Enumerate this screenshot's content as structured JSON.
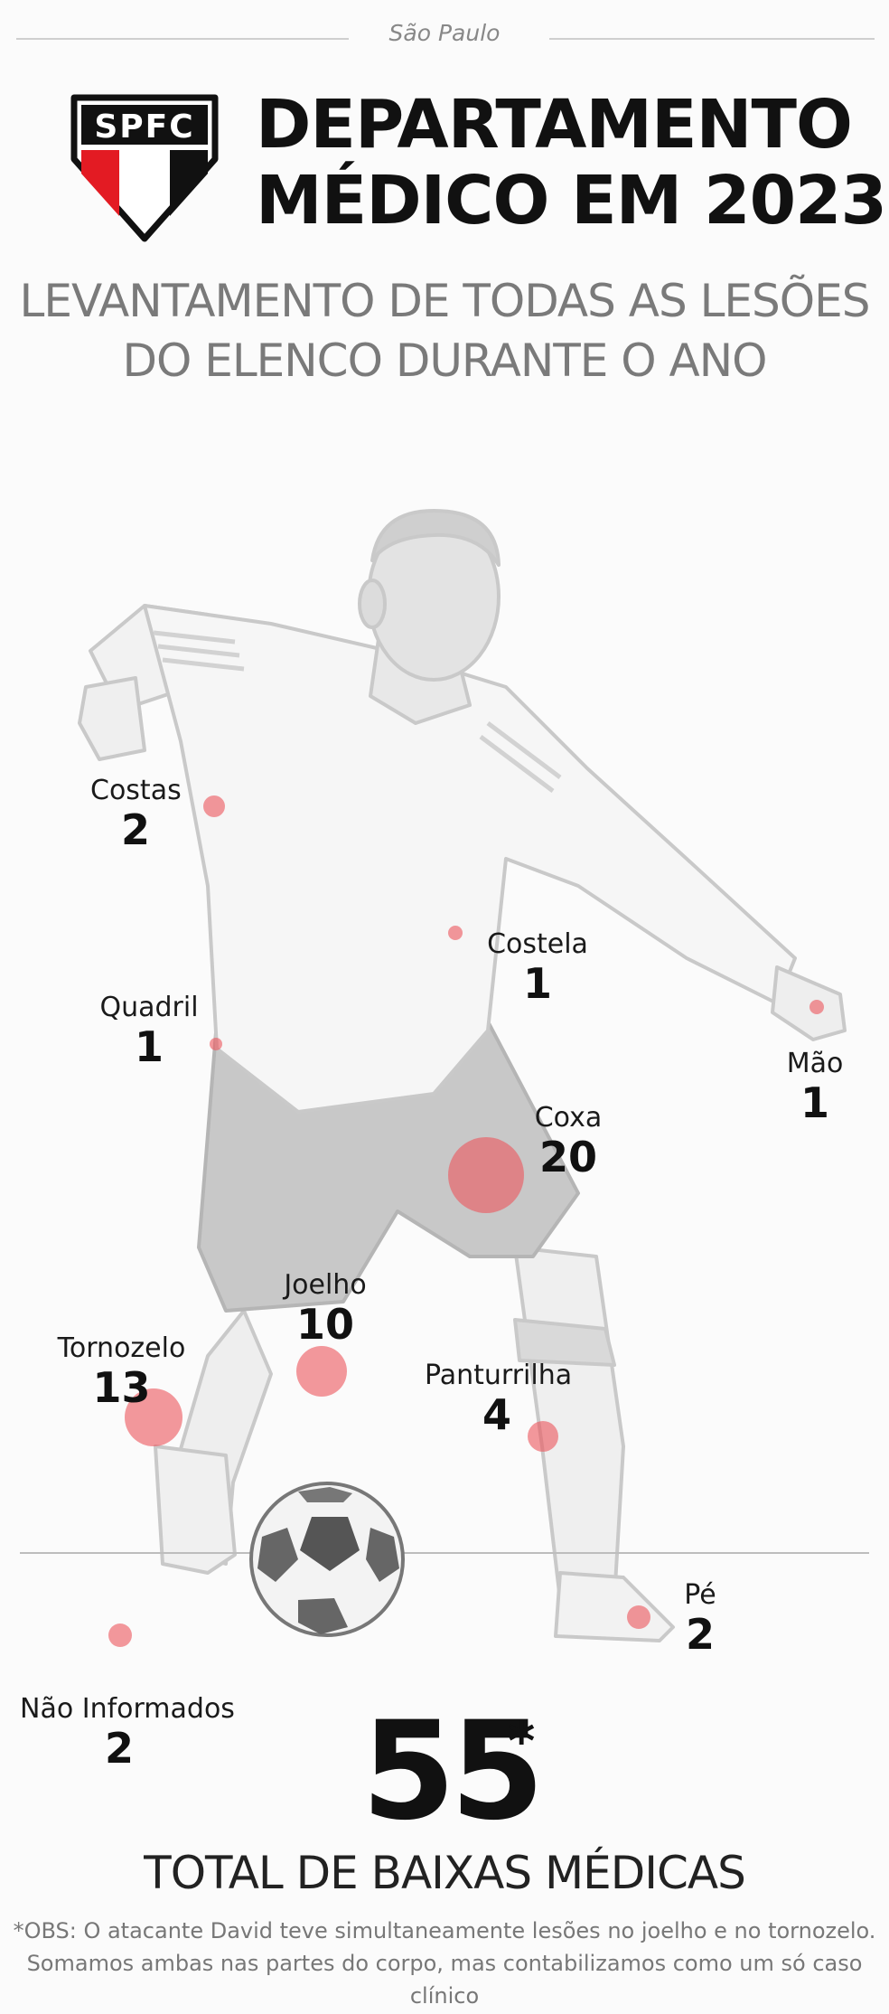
{
  "header": {
    "location": "São Paulo",
    "logo_text": "SPFC",
    "title_line1": "DEPARTAMENTO",
    "title_line2": "MÉDICO EM 2023",
    "subtitle_line1": "LEVANTAMENTO DE TODAS AS LESÕES",
    "subtitle_line2": "DO ELENCO DURANTE O ANO"
  },
  "injuries": [
    {
      "part": "Costas",
      "count": "2"
    },
    {
      "part": "Costela",
      "count": "1"
    },
    {
      "part": "Quadril",
      "count": "1"
    },
    {
      "part": "Mão",
      "count": "1"
    },
    {
      "part": "Coxa",
      "count": "20"
    },
    {
      "part": "Joelho",
      "count": "10"
    },
    {
      "part": "Tornozelo",
      "count": "13"
    },
    {
      "part": "Panturrilha",
      "count": "4"
    },
    {
      "part": "Pé",
      "count": "2"
    },
    {
      "part": "Não Informados",
      "count": "2"
    }
  ],
  "total": {
    "value": "55",
    "marker": "*",
    "label": "TOTAL DE BAIXAS MÉDICAS"
  },
  "note": {
    "line1": "*OBS: O atacante David teve simultaneamente lesões no joelho e no tornozelo.",
    "line2": "Somamos ambas nas partes do corpo, mas contabilizamos como um só caso clínico"
  },
  "colors": {
    "marker": "#ec5860",
    "crest_red": "#e31b23",
    "crest_black": "#111111"
  }
}
